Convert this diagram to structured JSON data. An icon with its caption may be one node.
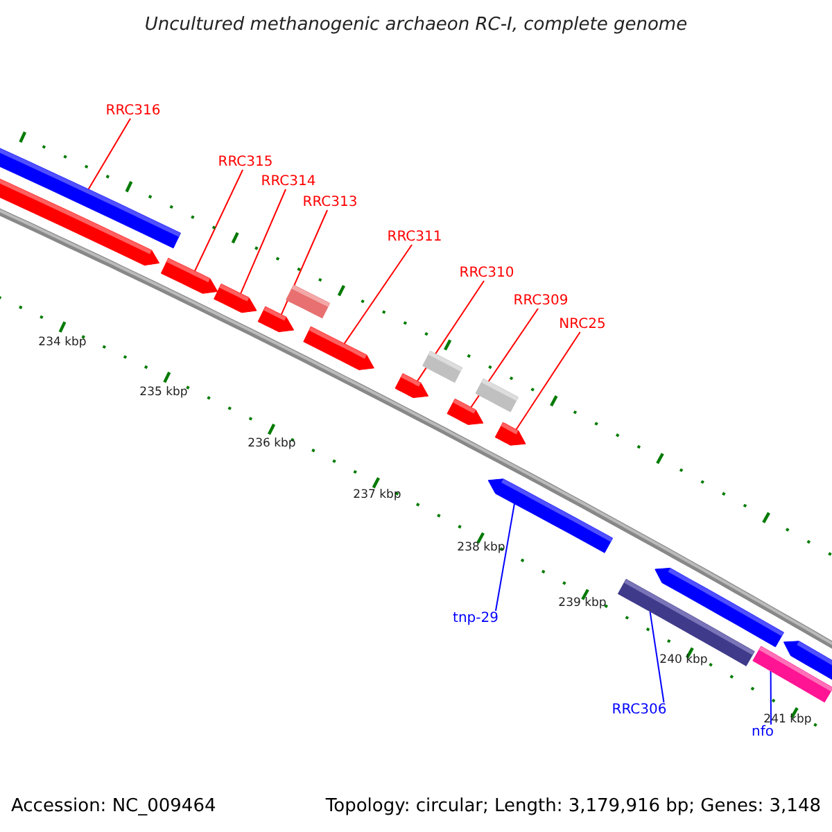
{
  "diagram": {
    "title": "Uncultured methanogenic archaeon RC-I, complete genome",
    "nodes": [
      {
        "text": [
          "RRC316"
        ]
      },
      {
        "text": [
          "RRC315"
        ]
      },
      {
        "text": [
          "RRC314"
        ]
      },
      {
        "text": [
          "RRC313"
        ]
      },
      {
        "text": [
          "RRC311"
        ]
      },
      {
        "text": [
          "RRC310"
        ]
      },
      {
        "text": [
          "RRC309"
        ]
      },
      {
        "text": [
          "NRC25"
        ]
      },
      {
        "text": [
          "tnp-29"
        ]
      },
      {
        "text": [
          "RRC306"
        ]
      },
      {
        "text": [
          "nfo"
        ]
      },
      {
        "text": [],
        "shape": "bar"
      },
      {
        "text": [],
        "shape": "bar"
      },
      {
        "text": [],
        "shape": "bar"
      },
      {
        "text": [],
        "shape": "bar"
      },
      {
        "text": [],
        "shape": "bar"
      },
      {
        "text": [],
        "shape": "bar"
      },
      {
        "text": [],
        "shape": "bar"
      },
      {
        "text": [],
        "shape": "bar"
      },
      {
        "text": [],
        "shape": "bar"
      },
      {
        "text": [],
        "shape": "bar"
      },
      {
        "text": [],
        "shape": "bar"
      },
      {
        "text": [],
        "shape": "bar"
      },
      {
        "text": [],
        "shape": "bar"
      },
      {
        "text": [],
        "shape": "bar"
      },
      {
        "text": [],
        "shape": "bar"
      },
      {
        "text": [],
        "shape": "bar"
      },
      {
        "text": [],
        "shape": "bar"
      }
    ],
    "edges": [
      {
        "from": 0,
        "to": 11,
        "arrow": "none"
      },
      {
        "from": 1,
        "to": 13,
        "arrow": "none"
      },
      {
        "from": 2,
        "to": 14,
        "arrow": "none"
      },
      {
        "from": 3,
        "to": 15,
        "arrow": "none"
      },
      {
        "from": 4,
        "to": 17,
        "arrow": "none"
      },
      {
        "from": 5,
        "to": 18,
        "arrow": "none"
      },
      {
        "from": 6,
        "to": 20,
        "arrow": "none"
      },
      {
        "from": 7,
        "to": 22,
        "arrow": "none"
      },
      {
        "from": 8,
        "to": 23,
        "arrow": "none",
        "color": "#0000ff"
      },
      {
        "from": 9,
        "to": 24,
        "arrow": "none",
        "color": "#0000ff"
      },
      {
        "from": 10,
        "to": 26,
        "arrow": "none",
        "color": "#0000ff"
      }
    ],
    "labels": [
      "234 kbp",
      "235 kbp",
      "236 kbp",
      "237 kbp",
      "238 kbp",
      "239 kbp",
      "240 kbp",
      "241 kbp",
      "Accession: NC_009464",
      "Topology: circular; Length: 3,179,916 bp; Genes: 3,148"
    ]
  }
}
